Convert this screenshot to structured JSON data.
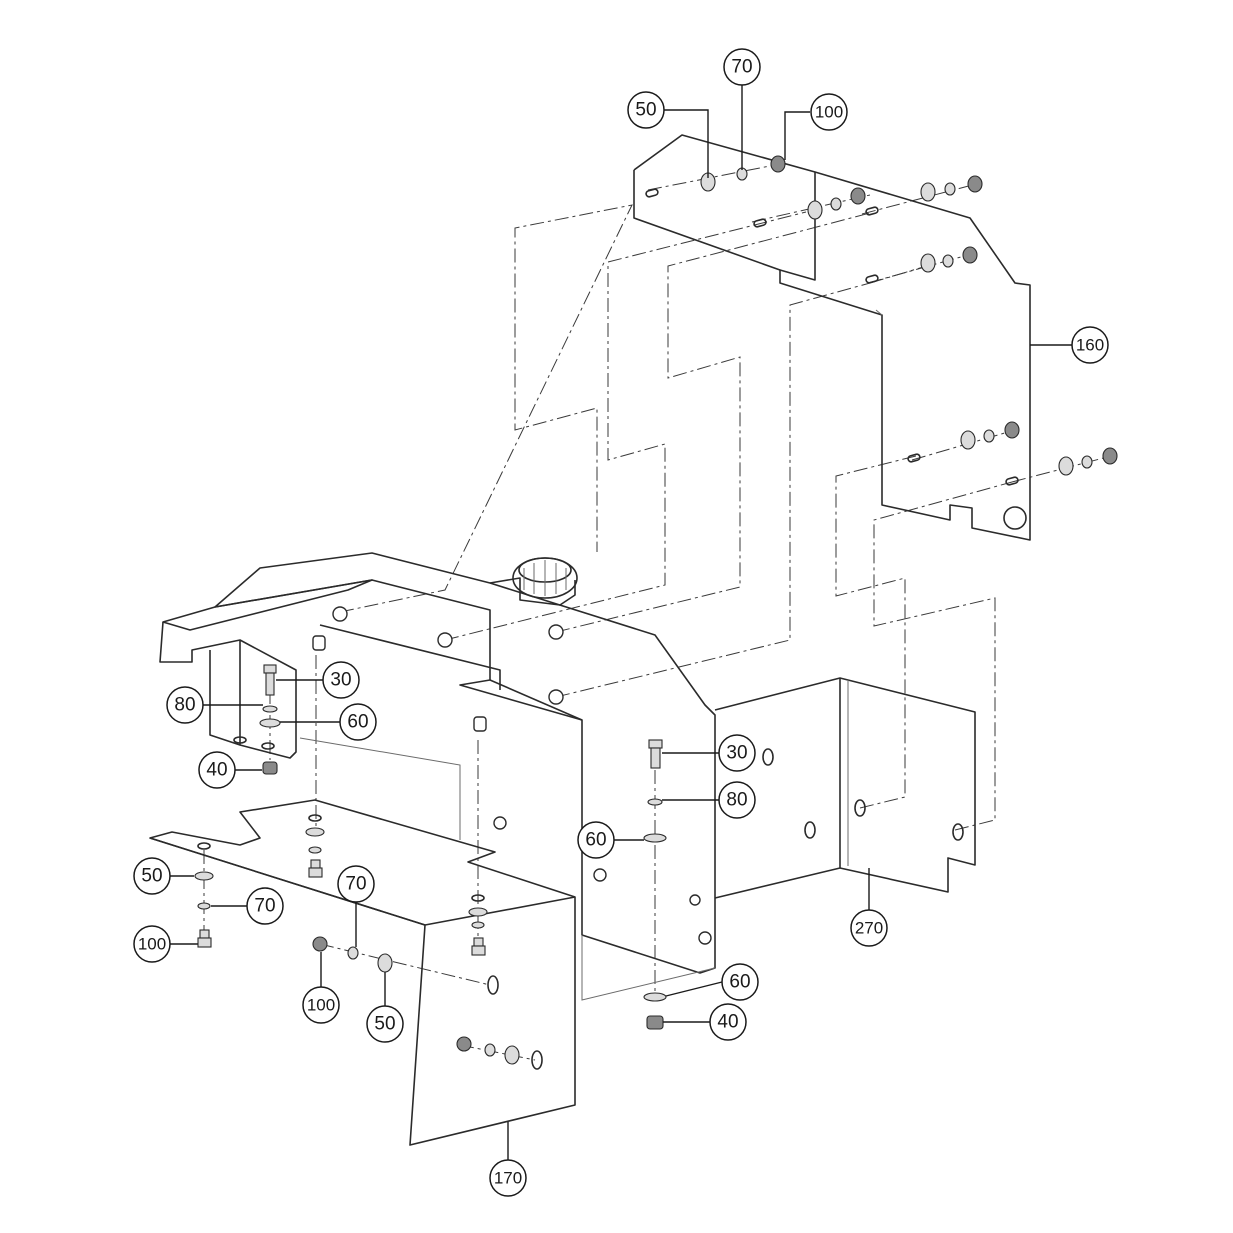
{
  "callouts": {
    "c50_top": "50",
    "c70_top": "70",
    "c100_top": "100",
    "c160": "160",
    "c30_left": "30",
    "c80_left": "80",
    "c60_left": "60",
    "c40_left": "40",
    "c30_right": "30",
    "c80_right": "80",
    "c60_mid": "60",
    "c270": "270",
    "c50_left": "50",
    "c70_left": "70",
    "c100_left": "100",
    "c70_mid": "70",
    "c100_mid": "100",
    "c50_mid": "50",
    "c60_low": "60",
    "c40_low": "40",
    "c170": "170"
  }
}
